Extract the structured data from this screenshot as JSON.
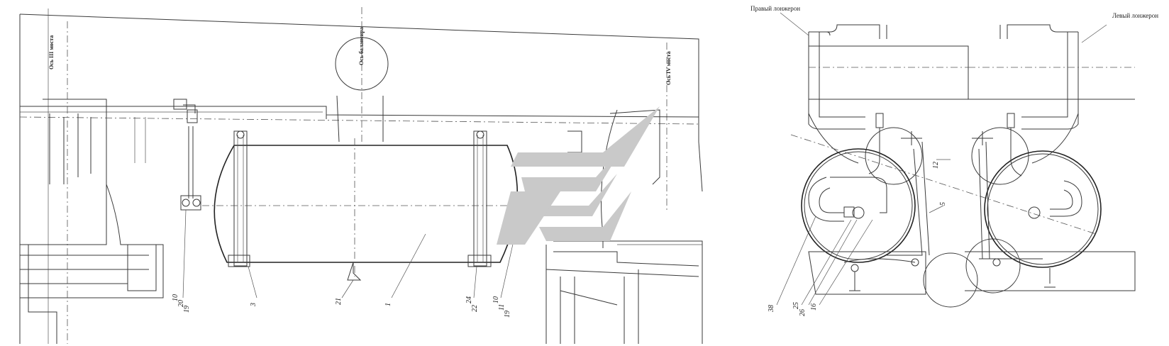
{
  "labels": {
    "axis_iii": "Ось III моста",
    "axis_iv": "Ось IV моста",
    "axis_balancer": "Ось балансира",
    "right_spar": "Правый лонжерон",
    "left_spar": "Левый лонжерон"
  },
  "callouts": {
    "c10a": "10",
    "c20a": "20",
    "c19a": "19",
    "c3": "3",
    "c21a": "21",
    "c1": "1",
    "c24": "24",
    "c22": "22",
    "c10b": "10",
    "c11": "11",
    "c19b": "19",
    "c12": "12",
    "c5": "5",
    "c38": "38",
    "c25": "25",
    "c26": "26",
    "c16": "16"
  },
  "colors": {
    "line": "#3a3a3a",
    "watermark": "#c9c9c9",
    "background": "#ffffff"
  }
}
